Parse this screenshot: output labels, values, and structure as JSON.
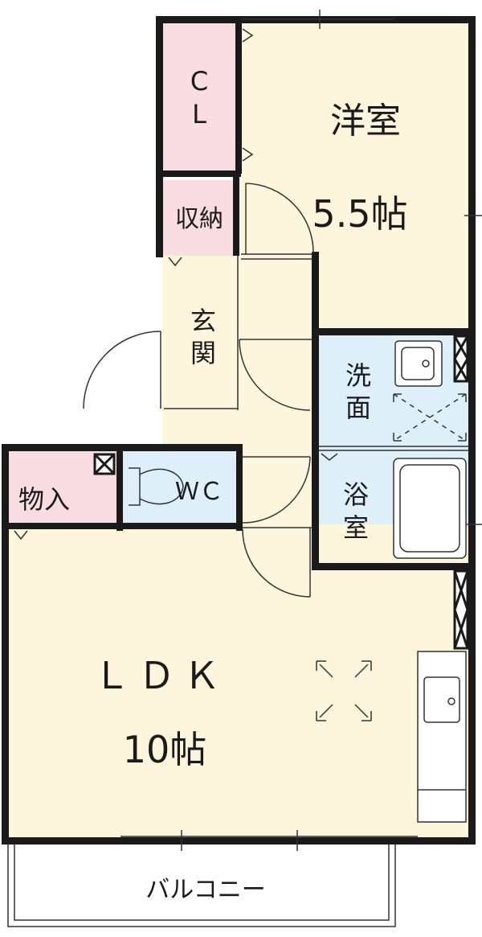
{
  "colors": {
    "wall": "#1a1a1a",
    "room_beige": "#fdf5dc",
    "room_pink": "#f9dde3",
    "room_blue": "#ddf0fa",
    "line": "#333333"
  },
  "rooms": {
    "western": {
      "name": "洋室",
      "size": "5.5帖"
    },
    "closet": {
      "name_line1": "C",
      "name_line2": "L"
    },
    "storage": {
      "name": "収納"
    },
    "entrance": {
      "name_line1": "玄",
      "name_line2": "関"
    },
    "washroom": {
      "name_line1": "洗",
      "name_line2": "面"
    },
    "bathroom": {
      "name_line1": "浴",
      "name_line2": "室"
    },
    "wc": {
      "name": "ＷＣ"
    },
    "pantry": {
      "name": "物入"
    },
    "ldk": {
      "name": "ＬＤＫ",
      "size": "10帖"
    },
    "balcony": {
      "name": "バルコニー"
    }
  },
  "icons": [
    "washbasin-icon",
    "washing-machine-icon",
    "bathtub-icon",
    "toilet-icon",
    "kitchen-sink-icon",
    "ceiling-mark-icon",
    "vent-icon"
  ]
}
